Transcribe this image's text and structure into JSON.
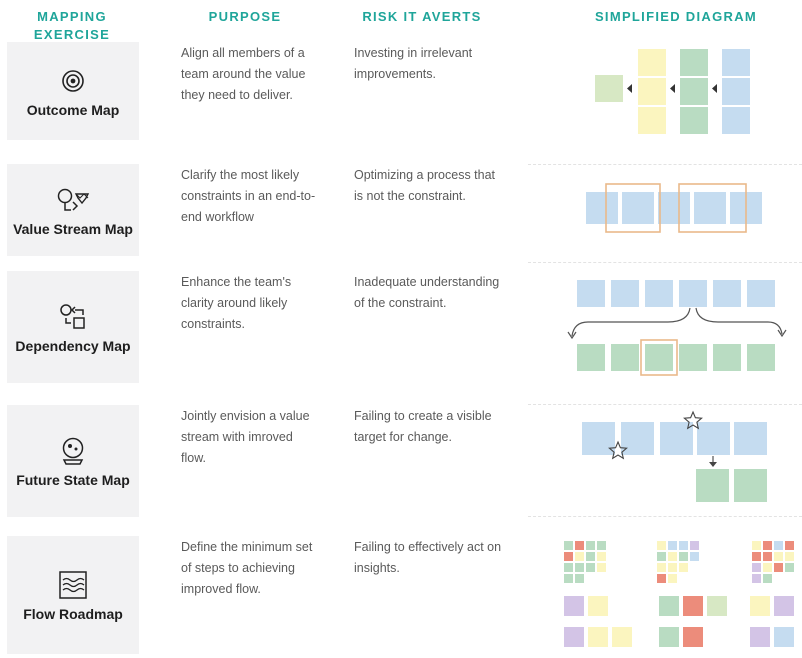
{
  "headers": {
    "mapping": "MAPPING EXERCISE",
    "purpose": "PURPOSE",
    "risk": "RISK IT AVERTS",
    "diagram": "SIMPLIFIED DIAGRAM"
  },
  "rows": [
    {
      "name": "Outcome Map",
      "icon": "target-icon",
      "purpose": "Align all members of a team around the value they need to deliver.",
      "risk": "Investing in irrelevant improvements."
    },
    {
      "name": "Value Stream Map",
      "icon": "value-stream-icon",
      "purpose": "Clarify the most likely constraints in an end-to-end workflow",
      "risk": "Optimizing a process that is not the constraint."
    },
    {
      "name": "Dependency Map",
      "icon": "dependency-icon",
      "purpose": "Enhance the team's clarity around likely constraints.",
      "risk": "Inadequate understanding of the constraint."
    },
    {
      "name": "Future State Map",
      "icon": "crystal-ball-icon",
      "purpose": "Jointly envision a value stream with imroved flow.",
      "risk": "Failing to create a visible target for change."
    },
    {
      "name": "Flow Roadmap",
      "icon": "waves-icon",
      "purpose": "Define the minimum set of steps to achieving improved flow.",
      "risk": "Failing to effectively act on insights."
    }
  ],
  "colors": {
    "accent": "#1fa59a",
    "blue": "#c5dcf0",
    "green": "#b9dcc2",
    "yellow": "#fbf5bf",
    "lightgreen": "#d7e8c4",
    "orange": "#e9b98a",
    "red": "#ec8c7b",
    "purple": "#d3c4e6",
    "card": "#f2f2f3"
  }
}
